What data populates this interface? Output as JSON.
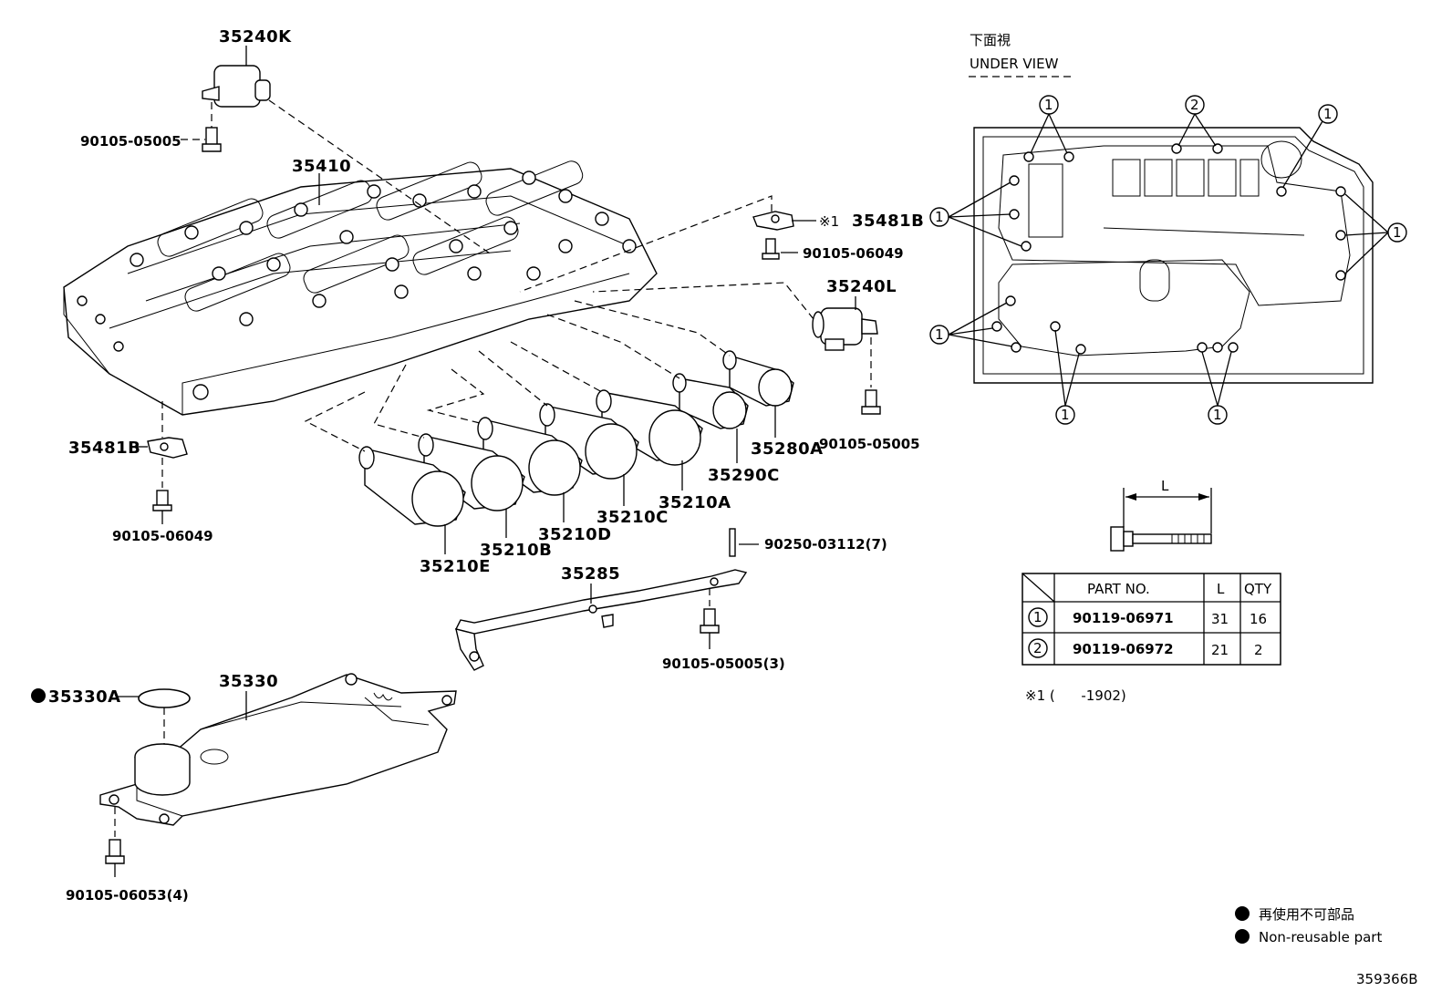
{
  "diagram": {
    "code": "359366B",
    "labels": {
      "p35240K": "35240K",
      "bolt_top": "90105-05005",
      "p35410": "35410",
      "p35481B_top": "35481B",
      "note_mark": "※1",
      "bolt_06049_right": "90105-06049",
      "p35240L": "35240L",
      "p35280A": "35280A",
      "bolt_05005_right": "90105-05005",
      "p35290C": "35290C",
      "p35210A": "35210A",
      "p35210C": "35210C",
      "p35210D": "35210D",
      "p35210B": "35210B",
      "p35210E": "35210E",
      "p35481B_left": "35481B",
      "bolt_06049_left": "90105-06049",
      "pin": "90250-03112(7)",
      "p35285": "35285",
      "bolt_05005_3": "90105-05005(3)",
      "p35330A": "35330A",
      "p35330": "35330",
      "bolt_06053": "90105-06053(4)"
    },
    "under_view": {
      "title_jp": "下面視",
      "title_en": "UNDER VIEW",
      "callouts": [
        "1",
        "2",
        "1",
        "1",
        "1",
        "1",
        "1",
        "1"
      ]
    },
    "bolt_dim": {
      "label": "L"
    },
    "table": {
      "headers": [
        "PART NO.",
        "L",
        "QTY"
      ],
      "rows": [
        {
          "mark": "1",
          "part": "90119-06971",
          "l": "31",
          "qty": "16"
        },
        {
          "mark": "2",
          "part": "90119-06972",
          "l": "21",
          "qty": "2"
        }
      ]
    },
    "footnote": "※1 (      -1902)",
    "legend": {
      "jp": "再使用不可部品",
      "en": "Non-reusable part"
    }
  }
}
